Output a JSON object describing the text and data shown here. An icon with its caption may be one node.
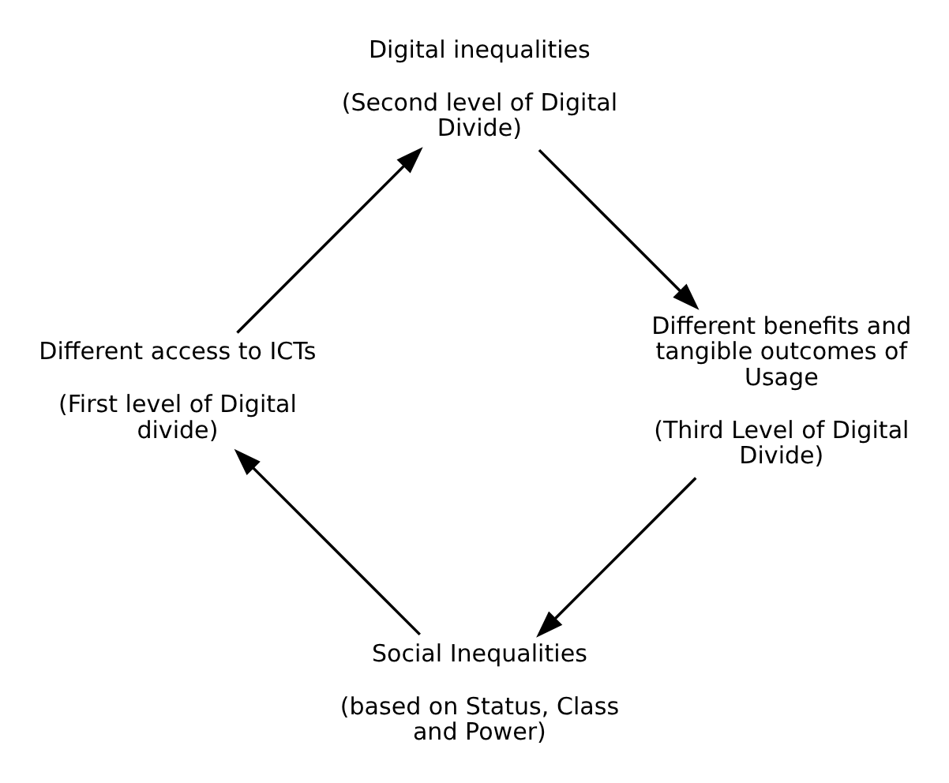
{
  "diagram": {
    "nodes": [
      {
        "text": [
          "Social Inequalities",
          "(based on Status, Class and Power)"
        ]
      },
      {
        "text": [
          "Different access to ICTs",
          "(First level of Digital divide)"
        ]
      },
      {
        "text": [
          "Digital inequalities",
          "(Second level of Digital Divide)"
        ]
      },
      {
        "text": [
          "Different benefits and tangible outcomes of Usage",
          "(Third Level of Digital Divide)"
        ]
      }
    ],
    "edges": [
      {
        "from": 0,
        "to": 1,
        "arrow": "to"
      },
      {
        "from": 1,
        "to": 2,
        "arrow": "to"
      },
      {
        "from": 2,
        "to": 3,
        "arrow": "to"
      },
      {
        "from": 3,
        "to": 0,
        "arrow": "to"
      }
    ]
  }
}
